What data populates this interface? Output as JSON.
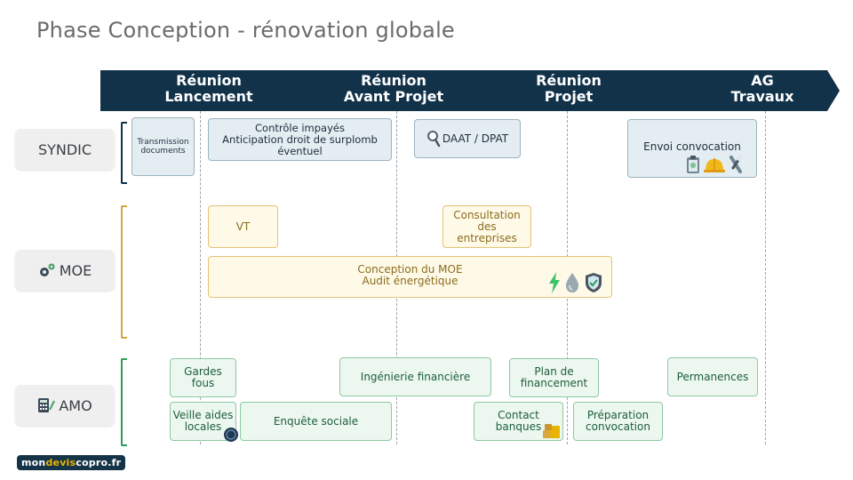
{
  "title": "Phase Conception - rénovation globale",
  "colors": {
    "band": "#12324a",
    "syndic": "#12324a",
    "moe": "#d9a740",
    "amo": "#2f9a5a"
  },
  "milestones": [
    {
      "line1": "Réunion",
      "line2": "Lancement"
    },
    {
      "line1": "Réunion",
      "line2": "Avant Projet"
    },
    {
      "line1": "Réunion",
      "line2": "Projet"
    },
    {
      "line1": "AG",
      "line2": "Travaux"
    }
  ],
  "rows": {
    "syndic": {
      "label": "SYNDIC"
    },
    "moe": {
      "label": "MOE",
      "icon": "gears-icon"
    },
    "amo": {
      "label": "AMO",
      "icon": "calculator-icon"
    }
  },
  "tasks": {
    "syndic": {
      "transmission": {
        "line1": "Transmission",
        "line2": "documents"
      },
      "controle": {
        "line1": "Contrôle impayés",
        "line2": "Anticipation droit de surplomb",
        "line3": "éventuel"
      },
      "daat": {
        "label": "DAAT / DPAT",
        "icon": "magnifier-icon"
      },
      "envoi": {
        "label": "Envoi convocation",
        "icons": [
          "clipboard-icon",
          "hardhat-icon",
          "tools-icon"
        ]
      }
    },
    "moe": {
      "vt": {
        "label": "VT"
      },
      "consultation": {
        "line1": "Consultation",
        "line2": "des",
        "line3": "entreprises"
      },
      "conception": {
        "line1": "Conception du MOE",
        "line2": "Audit énergétique",
        "icons": [
          "lightning-icon",
          "water-drop-icon",
          "shield-check-icon"
        ]
      }
    },
    "amo": {
      "gardes": {
        "line1": "Gardes",
        "line2": "fous"
      },
      "veille": {
        "line1": "Veille aides",
        "line2": "locales",
        "icon": "coin-icon"
      },
      "enquete": {
        "label": "Enquête sociale"
      },
      "ingenierie": {
        "label": "Ingénierie financière"
      },
      "contact": {
        "line1": "Contact",
        "line2": "banques",
        "icon": "coins-stack-icon"
      },
      "plan": {
        "line1": "Plan de",
        "line2": "financement"
      },
      "preparation": {
        "line1": "Préparation",
        "line2": "convocation"
      },
      "permanences": {
        "label": "Permanences"
      }
    }
  },
  "logo": {
    "part1": "mon",
    "part2": "devis",
    "part3": "copro.fr"
  }
}
